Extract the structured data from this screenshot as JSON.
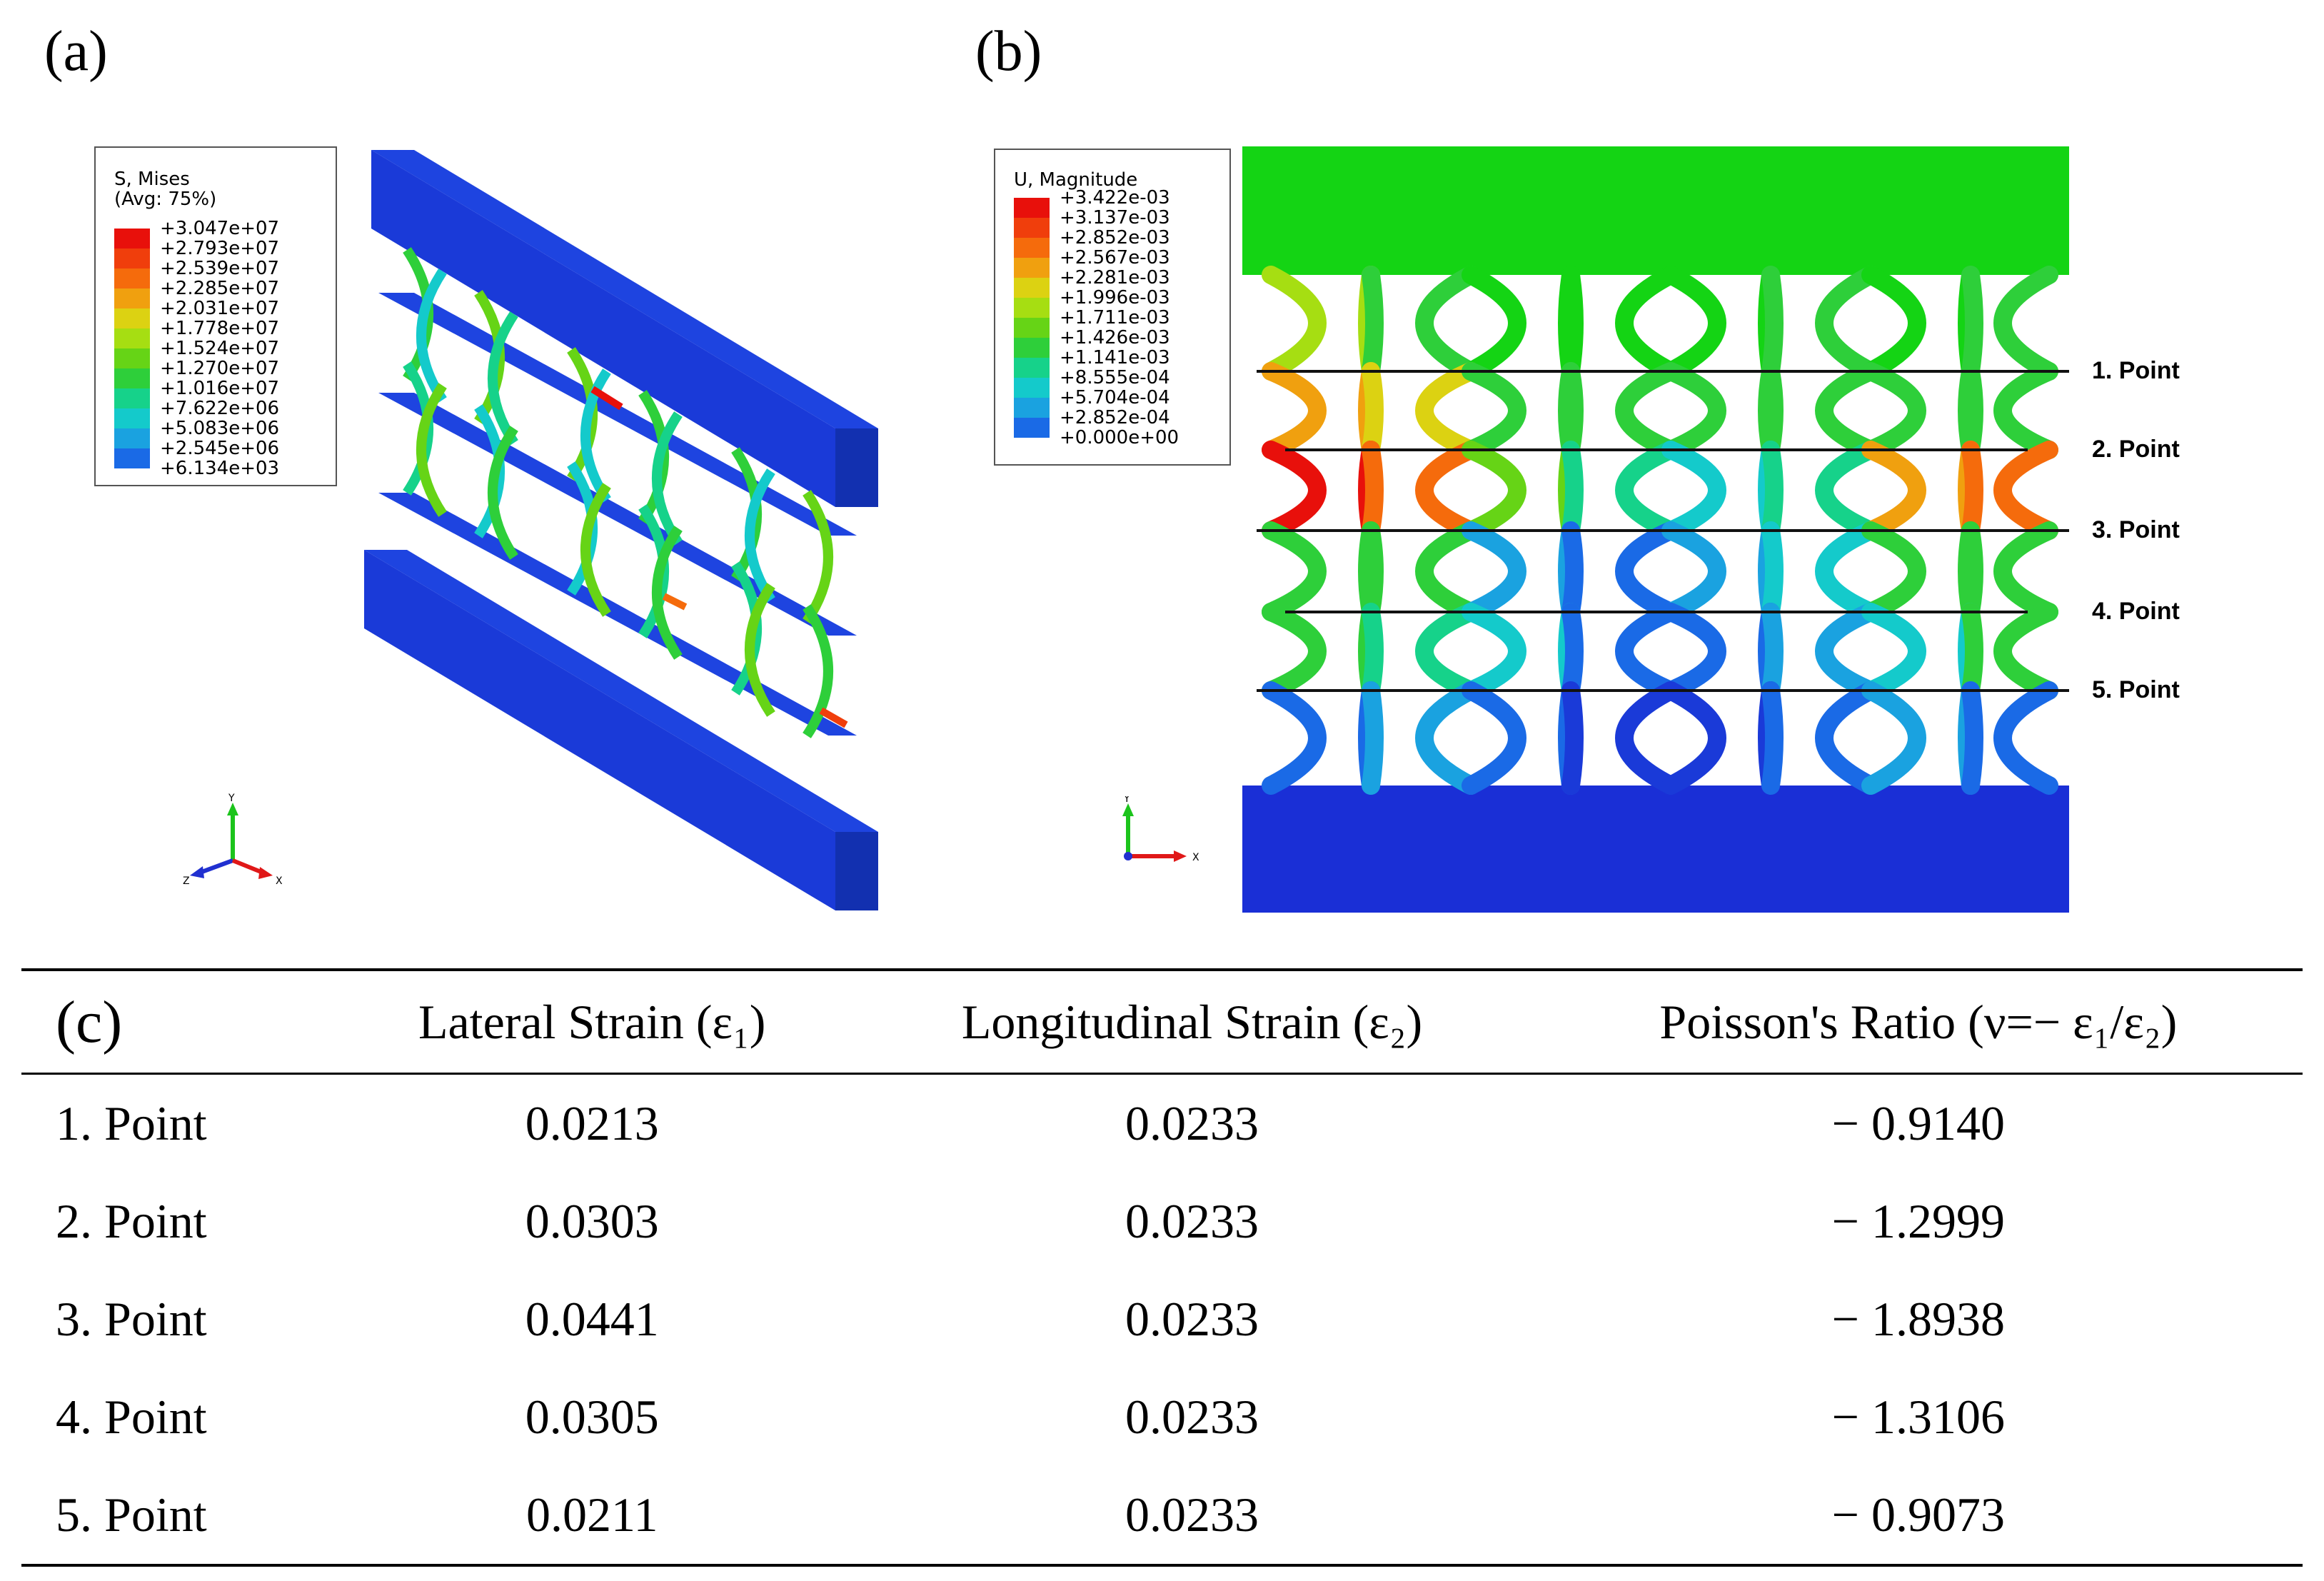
{
  "panel_a": {
    "label": "(a)",
    "legend": {
      "title_line1": "S, Mises",
      "title_line2": "(Avg: 75%)",
      "values": [
        "+3.047e+07",
        "+2.793e+07",
        "+2.539e+07",
        "+2.285e+07",
        "+2.031e+07",
        "+1.778e+07",
        "+1.524e+07",
        "+1.270e+07",
        "+1.016e+07",
        "+7.622e+06",
        "+5.083e+06",
        "+2.545e+06",
        "+6.134e+03"
      ],
      "colors": [
        "#e8100b",
        "#f03e0c",
        "#f56b0c",
        "#f0a00f",
        "#dcd212",
        "#a6de12",
        "#66d416",
        "#2ecf3a",
        "#16d28a",
        "#14cacb",
        "#1aa2e0",
        "#1a6ae6",
        "#1a3ad8"
      ]
    },
    "triad": {
      "y": "Y",
      "z": "Z",
      "x": "X"
    }
  },
  "panel_b": {
    "label": "(b)",
    "legend": {
      "title": "U, Magnitude",
      "values": [
        "+3.422e-03",
        "+3.137e-03",
        "+2.852e-03",
        "+2.567e-03",
        "+2.281e-03",
        "+1.996e-03",
        "+1.711e-03",
        "+1.426e-03",
        "+1.141e-03",
        "+8.555e-04",
        "+5.704e-04",
        "+2.852e-04",
        "+0.000e+00"
      ],
      "colors": [
        "#e8100b",
        "#f03e0c",
        "#f56b0c",
        "#f0a00f",
        "#dcd212",
        "#a6de12",
        "#66d416",
        "#2ecf3a",
        "#16d28a",
        "#14cacb",
        "#1aa2e0",
        "#1a6ae6",
        "#1a3ad8"
      ]
    },
    "points": [
      "1. Point",
      "2. Point",
      "3. Point",
      "4. Point",
      "5. Point"
    ],
    "triad": {
      "y": "Y",
      "x": "X"
    }
  },
  "table": {
    "label": "(c)",
    "headers": [
      "Lateral Strain (ε₁)",
      "Longitudinal Strain (ε₂)",
      "Poisson's Ratio (ν=− ε₁/ε₂)"
    ],
    "rows": [
      {
        "point": "1. Point",
        "lateral": "0.0213",
        "longitudinal": "0.0233",
        "poisson": "− 0.9140"
      },
      {
        "point": "2. Point",
        "lateral": "0.0303",
        "longitudinal": "0.0233",
        "poisson": "− 1.2999"
      },
      {
        "point": "3. Point",
        "lateral": "0.0441",
        "longitudinal": "0.0233",
        "poisson": "− 1.8938"
      },
      {
        "point": "4. Point",
        "lateral": "0.0305",
        "longitudinal": "0.0233",
        "poisson": "− 1.3106"
      },
      {
        "point": "5. Point",
        "lateral": "0.0211",
        "longitudinal": "0.0233",
        "poisson": "− 0.9073"
      }
    ]
  }
}
